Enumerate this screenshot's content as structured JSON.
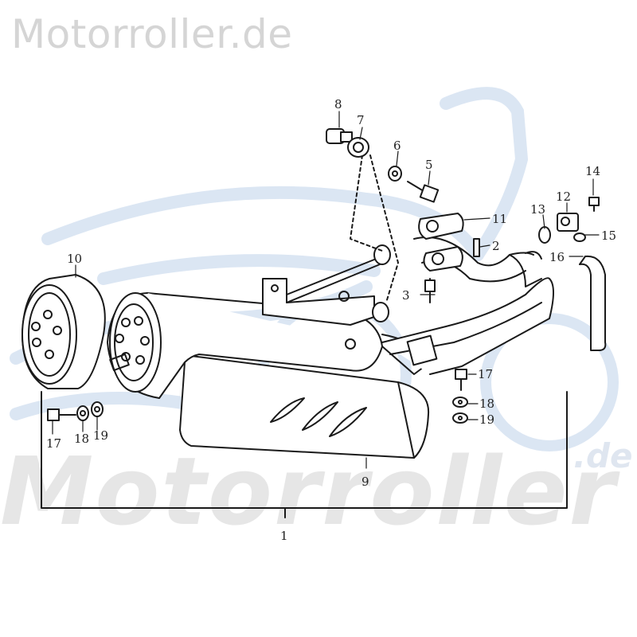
{
  "brand": {
    "title": "Motorroller.de",
    "watermark": "Motorroller",
    "watermark_suffix": ".de"
  },
  "callouts": [
    {
      "id": "c1",
      "label": "1"
    },
    {
      "id": "c2",
      "label": "2"
    },
    {
      "id": "c3",
      "label": "3"
    },
    {
      "id": "c5",
      "label": "5"
    },
    {
      "id": "c6",
      "label": "6"
    },
    {
      "id": "c7",
      "label": "7"
    },
    {
      "id": "c8",
      "label": "8"
    },
    {
      "id": "c9",
      "label": "9"
    },
    {
      "id": "c10",
      "label": "10"
    },
    {
      "id": "c11",
      "label": "11"
    },
    {
      "id": "c12",
      "label": "12"
    },
    {
      "id": "c13",
      "label": "13"
    },
    {
      "id": "c14",
      "label": "14"
    },
    {
      "id": "c15",
      "label": "15"
    },
    {
      "id": "c16",
      "label": "16"
    },
    {
      "id": "c17a",
      "label": "17"
    },
    {
      "id": "c18a",
      "label": "18"
    },
    {
      "id": "c19a",
      "label": "19"
    },
    {
      "id": "c17b",
      "label": "17"
    },
    {
      "id": "c18b",
      "label": "18"
    },
    {
      "id": "c19b",
      "label": "19"
    }
  ]
}
